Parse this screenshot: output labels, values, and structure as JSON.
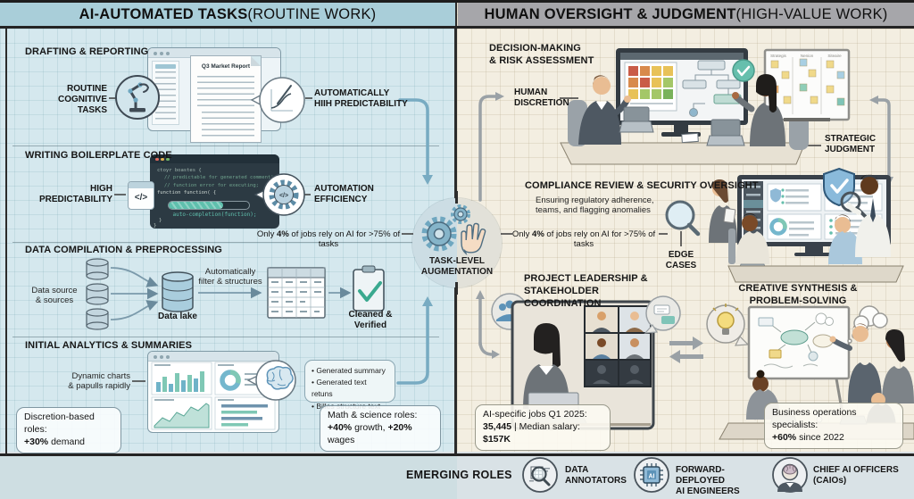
{
  "colors": {
    "panel_left_bg": "#d5e8ee",
    "panel_right_bg": "#f3eee1",
    "header_left_bg": "#a9ced9",
    "header_right_bg": "#a6a6aa",
    "accent_blue": "#78abc2",
    "accent_teal": "#5fc0ad",
    "arrow_gray": "#9aa1a6"
  },
  "header": {
    "left_title": "AI-AUTOMATED TASKS",
    "left_qualifier": " (ROUTINE WORK)",
    "right_title": "HUMAN OVERSIGHT & JUDGMENT",
    "right_qualifier": " (HIGH-VALUE WORK)"
  },
  "left": {
    "drafting": {
      "section_title": "DRAFTING & REPORTING",
      "input_label": "ROUTINE\nCOGNITIVE\nTASKS",
      "doc_title": "Q3 Market Report",
      "output_label": "AUTOMATICALLY\nHIIH PREDICTABILITY"
    },
    "boilerplate": {
      "section_title": "WRITING BOILERPLATE CODE",
      "input_label": "HIGH\nPREDICTABILITY",
      "code_icon_glyph": "</>",
      "gear_icon_glyph": "</>",
      "code_lines": [
        "ctoyr boastes {",
        "// predictable for generated comment';",
        "// function error for executing;",
        "function function( {"
      ],
      "autocomplete_text": "auto-completion(function);",
      "code_close_1": "}",
      "code_close_2": "}",
      "output_label": "AUTOMATION\nEFFICIENCY"
    },
    "compilation": {
      "section_title": "DATA COMPILATION & PREPROCESSING",
      "source_label": "Data source\n& sources",
      "lake_label": "Data lake",
      "process_label": "Automatically\nfilter & structures",
      "result_label": "Cleaned &\nVerified"
    },
    "analytics": {
      "section_title": "INITIAL ANALYTICS & SUMMARIES",
      "input_label": "Dynamic charts\n& papulls rapidly",
      "output_bullets": [
        "Generated summary",
        "Generated text retuns",
        "Billes structure text"
      ]
    },
    "stat_box_discretion": {
      "line1": "Discretion-based roles:",
      "value": "+30%",
      "rest": " demand"
    },
    "stat_box_math": {
      "line1": "Math & science roles:",
      "value1": "+40%",
      "rest1": " growth, ",
      "value2": "+20%",
      "rest2": " wages"
    }
  },
  "center": {
    "circle_label": "TASK-LEVEL\nAUGMENTATION",
    "stat_pre": "Only ",
    "stat_value": "4%",
    "stat_rest": " of jobs rely on AI for >75% of tasks"
  },
  "right": {
    "decision": {
      "section_title": "DECISION-MAKING\n& RISK ASSESSMENT",
      "left_label": "HUMAN\nDISCRETION",
      "right_label": "STRATEGIC\nJUDGMENT",
      "board_columns": [
        "Strategis",
        "Nenion",
        "Siteaire"
      ]
    },
    "compliance": {
      "section_title": "COMPLIANCE REVIEW & SECURITY OVERSIGHT",
      "subtitle": "Ensuring regulatory adherence,\nteams, and flagging anomalies",
      "edge_label": "EDGE\nCASES"
    },
    "leadership": {
      "section_title": "PROJECT LEADERSHIP &\nSTAKEHOLDER COORDINATION"
    },
    "creative": {
      "section_title": "CREATIVE SYNTHESIS &\nPROBLEM-SOLVING"
    },
    "stat_box_ai_jobs": {
      "line1": "AI-specific jobs Q1 2025:",
      "value1": "35,445",
      "rest1": " | Median salary: ",
      "value2": "$157K"
    },
    "stat_box_business": {
      "line1": "Business operations specialists:",
      "value": "+60%",
      "rest": " since 2022"
    }
  },
  "footer": {
    "label": "EMERGING ROLES",
    "roles": [
      {
        "label": "DATA\nANNOTATORS"
      },
      {
        "label": "FORWARD-DEPLOYED\nAI ENGINEERS",
        "chip_text": "AI"
      },
      {
        "label": "CHIEF AI OFFICERS\n(CAIOs)"
      }
    ]
  }
}
